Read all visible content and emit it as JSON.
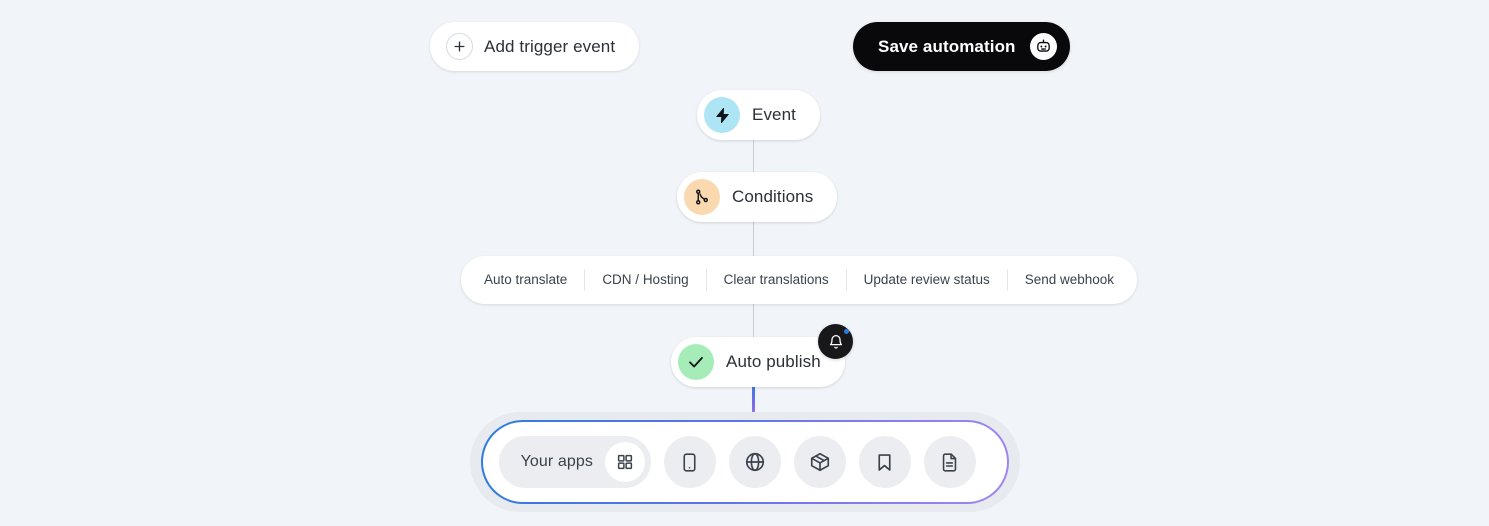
{
  "theme": {
    "background": "#f1f4f8",
    "node_card": "#ffffff",
    "text": "#2b3038",
    "event_icon_bg": "#aee5f5",
    "conditions_icon_bg": "#fad9b0",
    "publish_icon_bg": "#a6ecb8",
    "save_button_bg": "#09090b",
    "badge_bg": "#18181b",
    "notification_dot": "#2f7ce0",
    "dock_gradient_start": "#2f7ce0",
    "dock_gradient_end": "#a487ef",
    "connector_gray": "#c7ccd4"
  },
  "toolbar": {
    "add_trigger_label": "Add trigger event",
    "add_trigger_icon": "plus-icon",
    "save_label": "Save automation",
    "save_icon": "robot-icon"
  },
  "flow": {
    "nodes": [
      {
        "label": "Event",
        "icon": "lightning-bolt-icon"
      },
      {
        "label": "Conditions",
        "icon": "git-branch-icon"
      },
      {
        "label": "Auto publish",
        "icon": "check-circle-icon"
      }
    ],
    "condition_chips": [
      {
        "label": "Auto translate"
      },
      {
        "label": "CDN / Hosting"
      },
      {
        "label": "Clear translations"
      },
      {
        "label": "Update review status"
      },
      {
        "label": "Send webhook"
      }
    ],
    "notification_badge": {
      "icon": "bell-icon",
      "has_unread_dot": true
    }
  },
  "dock": {
    "your_apps_label": "Your apps",
    "your_apps_icon": "grid-icon",
    "apps": [
      {
        "icon": "mobile-device-icon"
      },
      {
        "icon": "globe-icon"
      },
      {
        "icon": "package-box-icon"
      },
      {
        "icon": "bookmark-icon"
      },
      {
        "icon": "document-text-icon"
      }
    ]
  }
}
